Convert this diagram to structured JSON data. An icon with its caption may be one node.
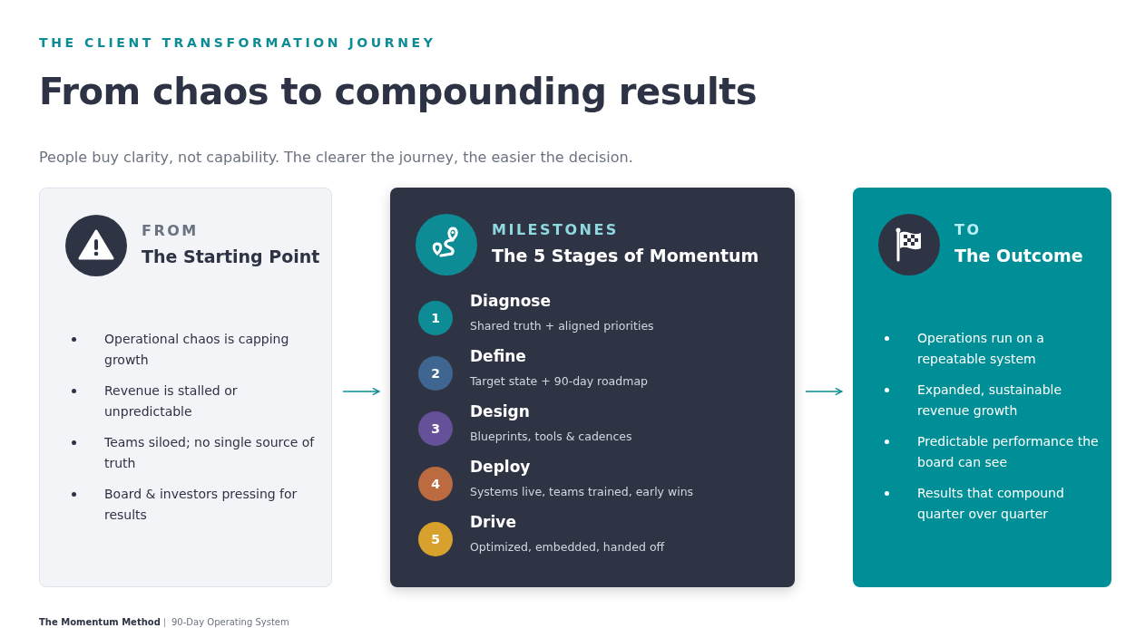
{
  "diagram": {
    "title": "From chaos to compounding results",
    "nodes": [
      {
        "text": [
          "FROM",
          "The Starting Point",
          "Operational chaos is capping growth",
          "Revenue is stalled or unpredictable",
          "Teams siloed; no single source of truth",
          "Board & investors pressing for results"
        ]
      },
      {
        "text": [
          "MILESTONES",
          "The 5 Stages of Momentum"
        ]
      },
      {
        "text": [
          "1"
        ],
        "in": 1,
        "beside": [
          "Diagnose",
          "Shared truth + aligned priorities"
        ]
      },
      {
        "text": [
          "2"
        ],
        "in": 1,
        "beside": [
          "Define",
          "Target state + 90-day roadmap"
        ]
      },
      {
        "text": [
          "3"
        ],
        "in": 1,
        "beside": [
          "Design",
          "Blueprints, tools & cadences"
        ]
      },
      {
        "text": [
          "4"
        ],
        "in": 1,
        "beside": [
          "Deploy",
          "Systems live, teams trained, early wins"
        ]
      },
      {
        "text": [
          "5"
        ],
        "in": 1,
        "beside": [
          "Drive",
          "Optimized, embedded, handed off"
        ]
      },
      {
        "text": [
          "TO",
          "The Outcome",
          "Operations run on a repeatable system",
          "Expanded, sustainable revenue growth",
          "Predictable performance the board can see",
          "Results that compound quarter over quarter"
        ]
      }
    ],
    "edges": [
      {
        "from": 0,
        "to": 1,
        "arrow": "to"
      },
      {
        "from": 1,
        "to": 7,
        "arrow": "to"
      }
    ],
    "labels": [
      "THE CLIENT TRANSFORMATION JOURNEY",
      "People buy clarity, not capability. The clearer the journey, the easier the decision.",
      "The Momentum Method",
      "90-Day Operating System"
    ]
  }
}
